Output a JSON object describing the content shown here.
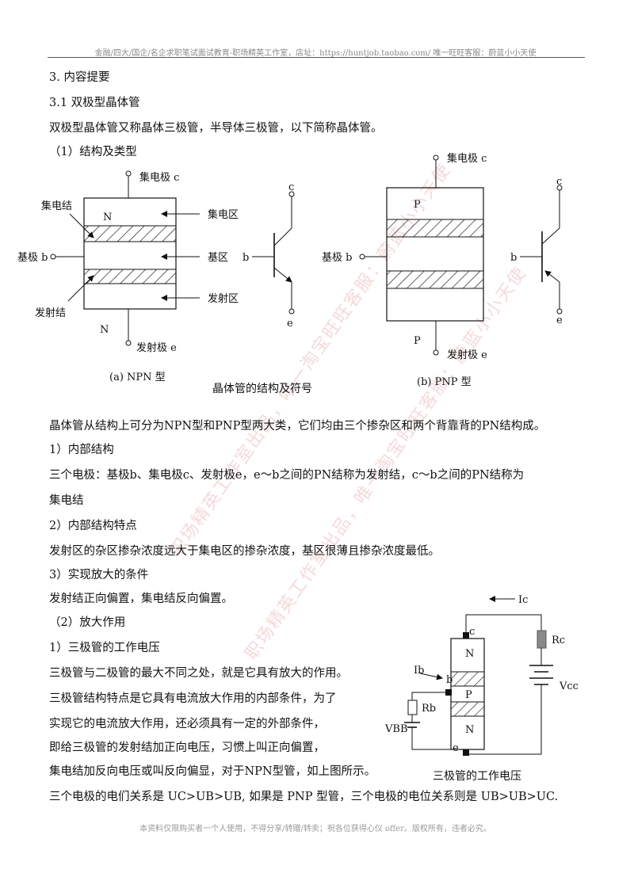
{
  "header": "金融/四大/国企/名企求职笔试面试教育-职场精英工作室，店址：https://huntjob.taobao.com/ 唯一旺旺客服：蔚蓝小小天使",
  "footer": "本资料仅限购买者一个人使用，不得分享/转赠/转卖；祝各位获得心仪 offer。版权所有，违者必究。",
  "watermark": "职场精英工作室出品，唯一淘宝旺旺客服：蔚蓝小小天使",
  "text": {
    "s3": "3. 内容提要",
    "s31": "3.1 双极型晶体管",
    "p1": "双极型晶体管又称晶体三极管，半导体三极管，以下简称晶体管。",
    "sub1": "（1）结构及类型",
    "p2": "晶体管从结构上可分为NPN型和PNP型两大类，它们均由三个掺杂区和两个背靠背的PN结构成。",
    "i1": "1）内部结构",
    "p3a": "三个电极：基极b、集电极c、发射极e，e～b之间的PN结称为发射结，c～b之间的PN结称为",
    "p3b": "集电结",
    "i2": "2）内部结构特点",
    "p4": "发射区的杂区掺杂浓度远大于集电区的掺杂浓度，基区很薄且掺杂浓度最低。",
    "i3": "3）实现放大的条件",
    "p5": "发射结正向偏置，集电结反向偏置。",
    "sub2": "（2）放大作用",
    "i4": "1）三极管的工作电压",
    "p6": "三极管与二极管的最大不同之处，就是它具有放大的作用。",
    "p7": "三极管结构特点是它具有电流放大作用的内部条件，为了",
    "p8": "实现它的电流放大作用，还必须具有一定的外部条件，",
    "p9": "即给三极管的发射结加正向电压，习惯上叫正向偏置，",
    "p10": "集电结加反向电压或叫反向偏显，对于NPN型管，如上图所示。",
    "p11": "三个电极的电们关系是 UC>UB>UB, 如果是 PNP 型管，三个电极的电位关系则是 UB>UB>UC."
  },
  "fig1": {
    "collector_label": "集电极 c",
    "emitter_label": "发射极 e",
    "base_label": "基极 b",
    "collector_junction": "集电结",
    "emitter_junction": "发射结",
    "collector_region": "集电区",
    "base_region": "基区",
    "emitter_region": "发射区",
    "n": "N",
    "p": "P",
    "npn_caption": "(a)  NPN 型",
    "pnp_caption": "(b)  PNP 型",
    "main_caption": "晶体管的结构及符号",
    "c": "c",
    "b": "b",
    "e": "e"
  },
  "fig2": {
    "ic": "Ic",
    "rc": "Rc",
    "vcc": "Vcc",
    "ib": "Ib",
    "rb": "Rb",
    "vbb": "VBB",
    "c": "c",
    "b": "b",
    "e": "e",
    "n": "N",
    "p": "P",
    "caption": "三极管的工作电压"
  }
}
